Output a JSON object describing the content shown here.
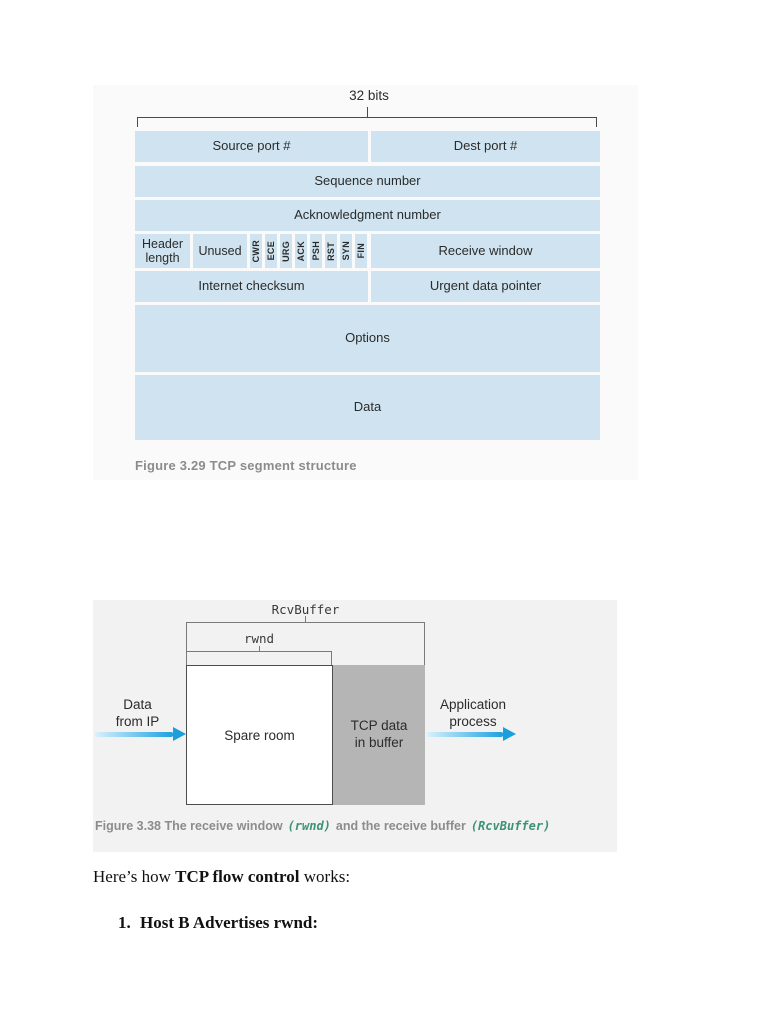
{
  "figure1": {
    "bits_label": "32 bits",
    "caption": "Figure 3.29 TCP segment structure",
    "fields": {
      "source_port": "Source port #",
      "dest_port": "Dest port #",
      "sequence": "Sequence number",
      "acknowledgment": "Acknowledgment number",
      "header_length": "Header length",
      "unused": "Unused",
      "receive_window": "Receive window",
      "checksum": "Internet checksum",
      "urgent_pointer": "Urgent data pointer",
      "options": "Options",
      "data": "Data"
    },
    "flags": [
      "CWR",
      "ECE",
      "URG",
      "ACK",
      "PSH",
      "RST",
      "SYN",
      "FIN"
    ],
    "colors": {
      "cell_bg": "#cfe4f0",
      "cell_text": "#2b2b2b",
      "caption_gray": "#8c8c8c"
    }
  },
  "figure2": {
    "rcvbuffer_label": "RcvBuffer",
    "rwnd_label": "rwnd",
    "spare_room_label": "Spare room",
    "tcp_data_label": "TCP data in buffer",
    "left_arrow_label": {
      "line1": "Data",
      "line2": "from IP"
    },
    "right_arrow_label": {
      "line1": "Application",
      "line2": "process"
    },
    "caption": {
      "part1": "Figure 3.38 The receive window",
      "code1": "(rwnd)",
      "part2": "and the receive buffer",
      "code2": "(RcvBuffer)"
    },
    "colors": {
      "arrow_blue": "#1ba1e0",
      "buffer_gray": "#b5b5b5",
      "code_green": "#3d9277"
    }
  },
  "body_text": {
    "intro_prefix": "Here’s how ",
    "intro_bold": "TCP flow control",
    "intro_suffix": " works:",
    "item_number": "1.",
    "item_text": "Host B Advertises rwnd:"
  }
}
